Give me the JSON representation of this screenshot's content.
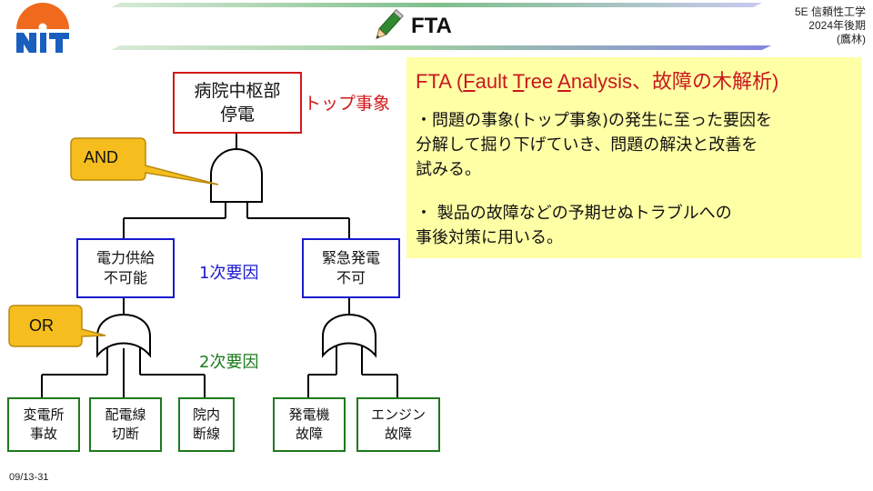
{
  "header": {
    "title": "FTA",
    "course_line1": "5E 信頼性工学",
    "course_line2": "2024年後期",
    "course_line3": "(鷹林)",
    "logo_icon": "nit-logo-icon",
    "title_icon": "pencil-icon"
  },
  "tree": {
    "top_event": [
      "病院中枢部",
      "停電"
    ],
    "top_event_label": "トップ事象",
    "and_callout": "AND",
    "or_callout": "OR",
    "primary_label": "1次要因",
    "secondary_label": "2次要因",
    "primary_nodes": [
      [
        "電力供給",
        "不可能"
      ],
      [
        "緊急発電",
        "不可"
      ]
    ],
    "secondary_nodes": [
      [
        "変電所",
        "事故"
      ],
      [
        "配電線",
        "切断"
      ],
      [
        "院内",
        "断線"
      ],
      [
        "発電機",
        "故障"
      ],
      [
        "エンジン",
        "故障"
      ]
    ]
  },
  "panel": {
    "title_parts": [
      "FTA (",
      "F",
      "ault ",
      "T",
      "ree ",
      "A",
      "nalysis、故障の木解析)"
    ],
    "bullet1": [
      "・問題の事象(トップ事象)の発生に至った要因を",
      "分解して掘り下げていき、問題の解決と改善を",
      "試みる。"
    ],
    "bullet2": [
      "・ 製品の故障などの予期せぬトラブルへの",
      "事後対策に用いる。"
    ]
  },
  "footer": {
    "slide_number": "09/13-31"
  },
  "colors": {
    "top_event": "#d21818",
    "primary": "#1a1ad0",
    "secondary": "#1d7a1d",
    "callout_fill": "#f5be1e",
    "panel_fill": "#ffffa6",
    "panel_title": "#c8181e",
    "logo_orange": "#f06a1e",
    "logo_blue": "#1a5fc0"
  }
}
